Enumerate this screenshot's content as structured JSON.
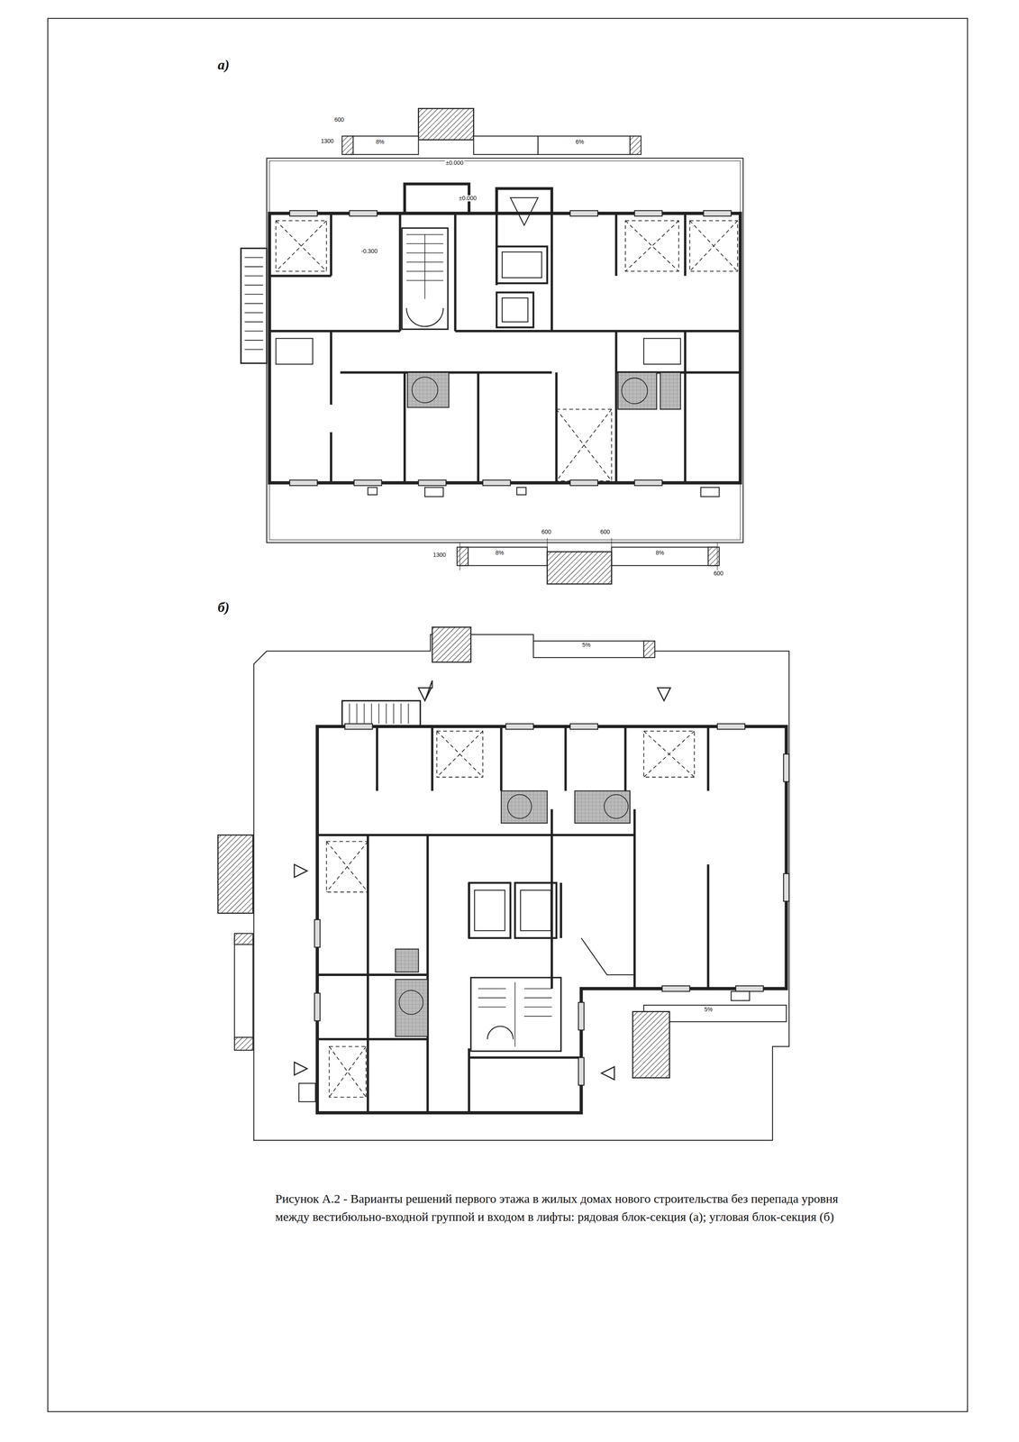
{
  "diagram": {
    "caption": "Рисунок А.2 - Варианты решений первого этажа в жилых домах нового строительства без перепада уровня между вестибюльно-входной группой и входом в лифты: рядовая блок-секция (а); угловая блок-секция (б)",
    "labels": [
      "а)",
      "600",
      "1300",
      "8%",
      "6%",
      "±0.000",
      "±0.000",
      "-0.300",
      "600",
      "600",
      "1300",
      "8%",
      "8%",
      "600",
      "б)",
      "5%",
      "5%"
    ]
  }
}
